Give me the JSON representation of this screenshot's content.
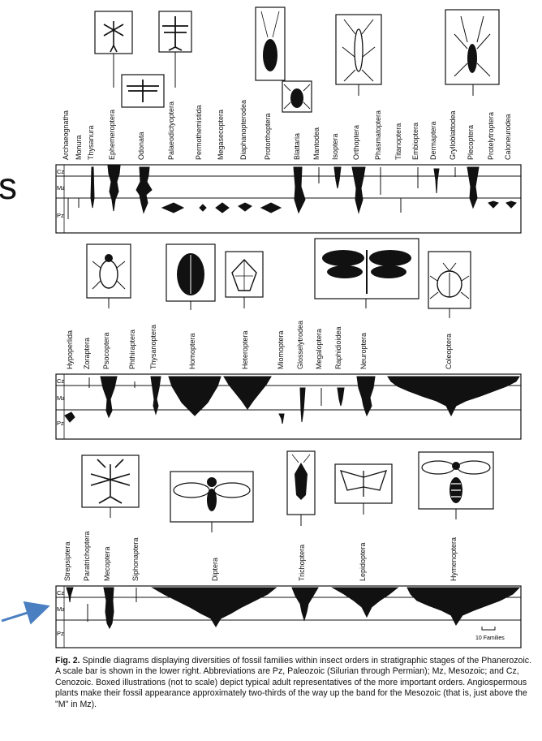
{
  "panels": [
    {
      "id": "top",
      "strata": [
        "Cz",
        "Mz",
        "Pz"
      ],
      "orders": [
        "Archaeognatha",
        "Monura",
        "Thysanura",
        "Ephemeroptera",
        "Odonata",
        "Palaeodictyoptera",
        "Permothemistida",
        "Megasecoptera",
        "Diaphanopterodea",
        "Protorthoptera",
        "Blattaria",
        "Mantodea",
        "Isoptera",
        "Orthoptera",
        "Phasmatoptera",
        "Titanoptera",
        "Embioptera",
        "Dermaptera",
        "Grylloblattodea",
        "Plecoptera",
        "Protelytroptera",
        "Caloneurodea"
      ],
      "illustrated": [
        "Ephemeroptera",
        "Odonata",
        "Palaeodictyoptera",
        "Protorthoptera",
        "Blattaria",
        "Orthoptera",
        "Plecoptera"
      ]
    },
    {
      "id": "middle",
      "strata": [
        "Cz",
        "Mz",
        "Pz"
      ],
      "orders": [
        "Hypoperlida",
        "Zoraptera",
        "Psocoptera",
        "Phthiraptera",
        "Thysanoptera",
        "Homoptera",
        "Heteroptera",
        "Miomoptera",
        "Glosselytrodea",
        "Megaloptera",
        "Raphidioidea",
        "Neuroptera",
        "Coleoptera"
      ],
      "illustrated": [
        "Psocoptera",
        "Homoptera",
        "Heteroptera",
        "Neuroptera",
        "Coleoptera"
      ]
    },
    {
      "id": "bottom",
      "strata": [
        "Cz",
        "Mz",
        "Pz"
      ],
      "orders": [
        "Strepsiptera",
        "Paratrichoptera",
        "Mecoptera",
        "Siphonaptera",
        "Diptera",
        "Trichoptera",
        "Lepidoptera",
        "Hymenoptera"
      ],
      "illustrated": [
        "Mecoptera",
        "Diptera",
        "Trichoptera",
        "Lepidoptera",
        "Hymenoptera"
      ]
    }
  ],
  "scale_bar_label": "10 Families",
  "stray_glyph": "s",
  "caption": {
    "label": "Fig. 2.",
    "text": " Spindle diagrams displaying diversities of fossil families within insect orders in stratigraphic stages of the Phanerozoic. A scale bar is shown in the lower right. Abbreviations are Pz, Paleozoic (Silurian through Permian); Mz, Mesozoic; and Cz, Cenozoic. Boxed illustrations (not to scale) depict typical adult representatives of the more important orders. Angiospermous plants make their fossil appearance approximately two-thirds of the way up the band for the Mesozoic (that is, just above the \"M\" in Mz)."
  },
  "colors": {
    "ink": "#111111",
    "arrow": "#4a7fc1",
    "paper": "#ffffff"
  }
}
